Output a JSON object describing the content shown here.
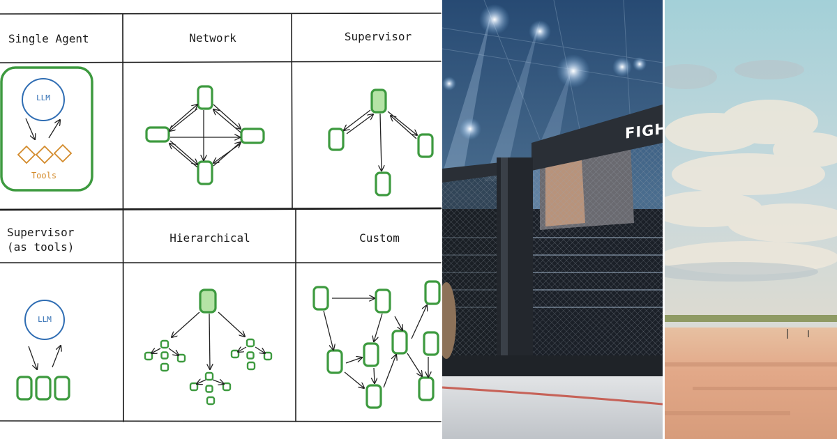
{
  "diagram": {
    "cells": [
      {
        "id": "single-agent",
        "label": "Single Agent",
        "llm_label": "LLM",
        "tools_label": "Tools"
      },
      {
        "id": "network",
        "label": "Network"
      },
      {
        "id": "supervisor",
        "label": "Supervisor"
      },
      {
        "id": "supervisor-as-tools",
        "label": "Supervisor\n(as tools)",
        "llm_label": "LLM"
      },
      {
        "id": "hierarchical",
        "label": "Hierarchical"
      },
      {
        "id": "custom",
        "label": "Custom"
      }
    ],
    "colors": {
      "grid_line": "#1f1f1f",
      "node_fill": "#ffffff",
      "node_fill_active": "#b5e3a6",
      "node_stroke": "#3d9a3f",
      "llm_stroke": "#2f6db3",
      "tool_stroke": "#d38a2a",
      "arrow": "#222222"
    }
  },
  "arena": {
    "sign_text": "FIGH",
    "colors": {
      "lights": "#dbeeff",
      "cage": "#2a2f36",
      "floor": "#cfd2d6"
    }
  },
  "beach": {
    "colors": {
      "sky": "#a9d0d6",
      "cloud": "#e8e3d6",
      "sand": "#e0a784"
    }
  }
}
